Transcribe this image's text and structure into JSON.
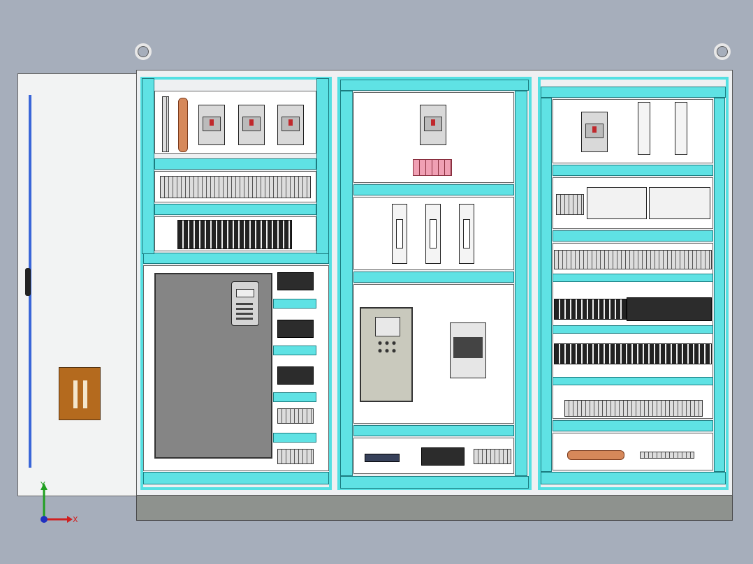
{
  "axis_indicator": {
    "x_label": "X",
    "y_label": "Y",
    "colors": {
      "x": "#d02020",
      "y": "#20a020",
      "origin": "#2030c0"
    }
  },
  "colors": {
    "background": "#a6aebb",
    "rail": "#5fe2e4",
    "copper": "#d6885a",
    "door_handle": "#b46a1e",
    "wire": "#3a66d8"
  },
  "contactor_label": "",
  "cabinets": [
    "left",
    "middle",
    "right"
  ],
  "components": {
    "left": [
      "copper-busbar",
      "terminal-strip",
      "circuit-breaker",
      "circuit-breaker",
      "circuit-breaker",
      "terminal-block-row",
      "relay-row",
      "frequency-inverter",
      "terminal-blocks"
    ],
    "middle": [
      "circuit-breaker",
      "pink-terminals",
      "fuse-holder",
      "fuse-holder",
      "fuse-holder",
      "soft-starter",
      "contactor",
      "terminal-blocks"
    ],
    "right": [
      "circuit-breaker",
      "din-module",
      "din-module",
      "plc-modules",
      "terminal-block-rows",
      "copper-busbar",
      "terminal-strip"
    ]
  }
}
